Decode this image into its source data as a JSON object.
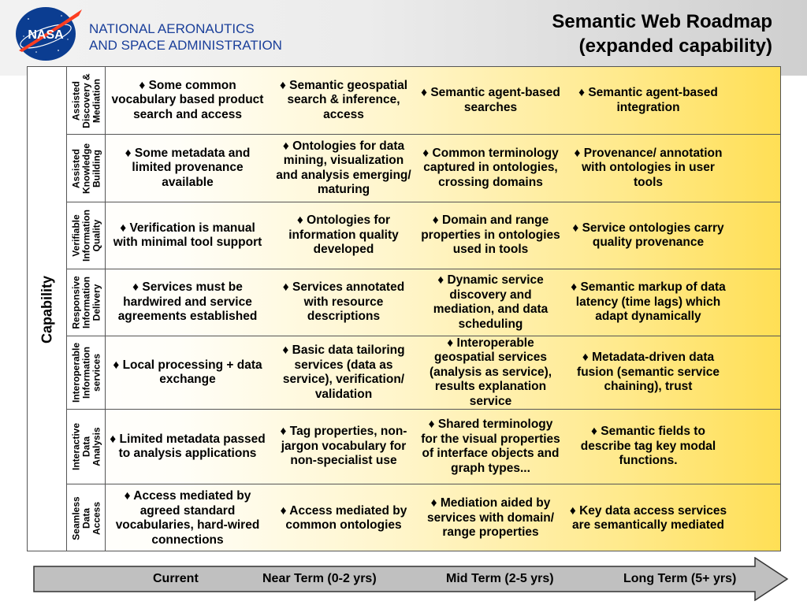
{
  "header": {
    "logo_text": "NASA",
    "agency_line1": "NATIONAL AERONAUTICS",
    "agency_line2": "AND SPACE ADMINISTRATION",
    "title_line1": "Semantic Web Roadmap",
    "title_line2": "(expanded capability)"
  },
  "axis_label": "Capability",
  "bullet": "♦",
  "rows": [
    {
      "label": [
        "Assisted",
        "Discovery &",
        "Mediation"
      ],
      "cells": [
        "Some common vocabulary based product search and access",
        "Semantic geospatial search & inference, access",
        "Semantic agent-based searches",
        "Semantic agent-based integration"
      ]
    },
    {
      "label": [
        "Assisted",
        "Knowledge",
        "Building"
      ],
      "cells": [
        "Some metadata and limited provenance available",
        "Ontologies for data mining, visualization and analysis emerging/ maturing",
        "Common terminology captured in ontologies, crossing domains",
        "Provenance/ annotation with ontologies in user tools"
      ]
    },
    {
      "label": [
        "Verifiable",
        "Information",
        "Quality"
      ],
      "cells": [
        "Verification is manual with minimal tool support",
        "Ontologies for information quality developed",
        "Domain and range properties in ontologies used in tools",
        "Service ontologies carry quality provenance"
      ]
    },
    {
      "label": [
        "Responsive",
        "Information",
        "Delivery"
      ],
      "cells": [
        "Services must be hardwired and service agreements established",
        "Services annotated with resource descriptions",
        "Dynamic service discovery and mediation, and data scheduling",
        "Semantic markup of data latency (time lags) which adapt dynamically"
      ]
    },
    {
      "label": [
        "Interoperable",
        "Information",
        "services"
      ],
      "cells": [
        "Local processing + data exchange",
        "Basic data tailoring services (data as service), verification/ validation",
        "Interoperable geospatial services (analysis as service), results explanation service",
        "Metadata-driven data fusion (semantic service chaining), trust"
      ]
    },
    {
      "label": [
        "Interactive",
        "Data",
        "Analysis"
      ],
      "cells": [
        "Limited metadata passed to analysis applications",
        "Tag properties, non-jargon vocabulary for non-specialist use",
        "Shared terminology for the visual properties of interface objects and graph types...",
        "Semantic fields to describe tag key modal functions."
      ]
    },
    {
      "label": [
        "Seamless",
        "Data",
        "Access"
      ],
      "cells": [
        "Access mediated by agreed standard vocabularies, hard-wired connections",
        "Access mediated by common ontologies",
        "Mediation aided by services with domain/ range properties",
        "Key data access services are semantically mediated"
      ]
    }
  ],
  "timeline": {
    "current": "Current",
    "near": "Near Term (0-2 yrs)",
    "mid": "Mid Term (2-5 yrs)",
    "long": "Long Term (5+ yrs)"
  },
  "colors": {
    "agency_blue": "#1a3f9a",
    "nasa_blue": "#0b3d91",
    "nasa_red": "#fc3d21",
    "panel_yellow": "#ffdf55",
    "arrow_gray": "#c0c0c0"
  }
}
